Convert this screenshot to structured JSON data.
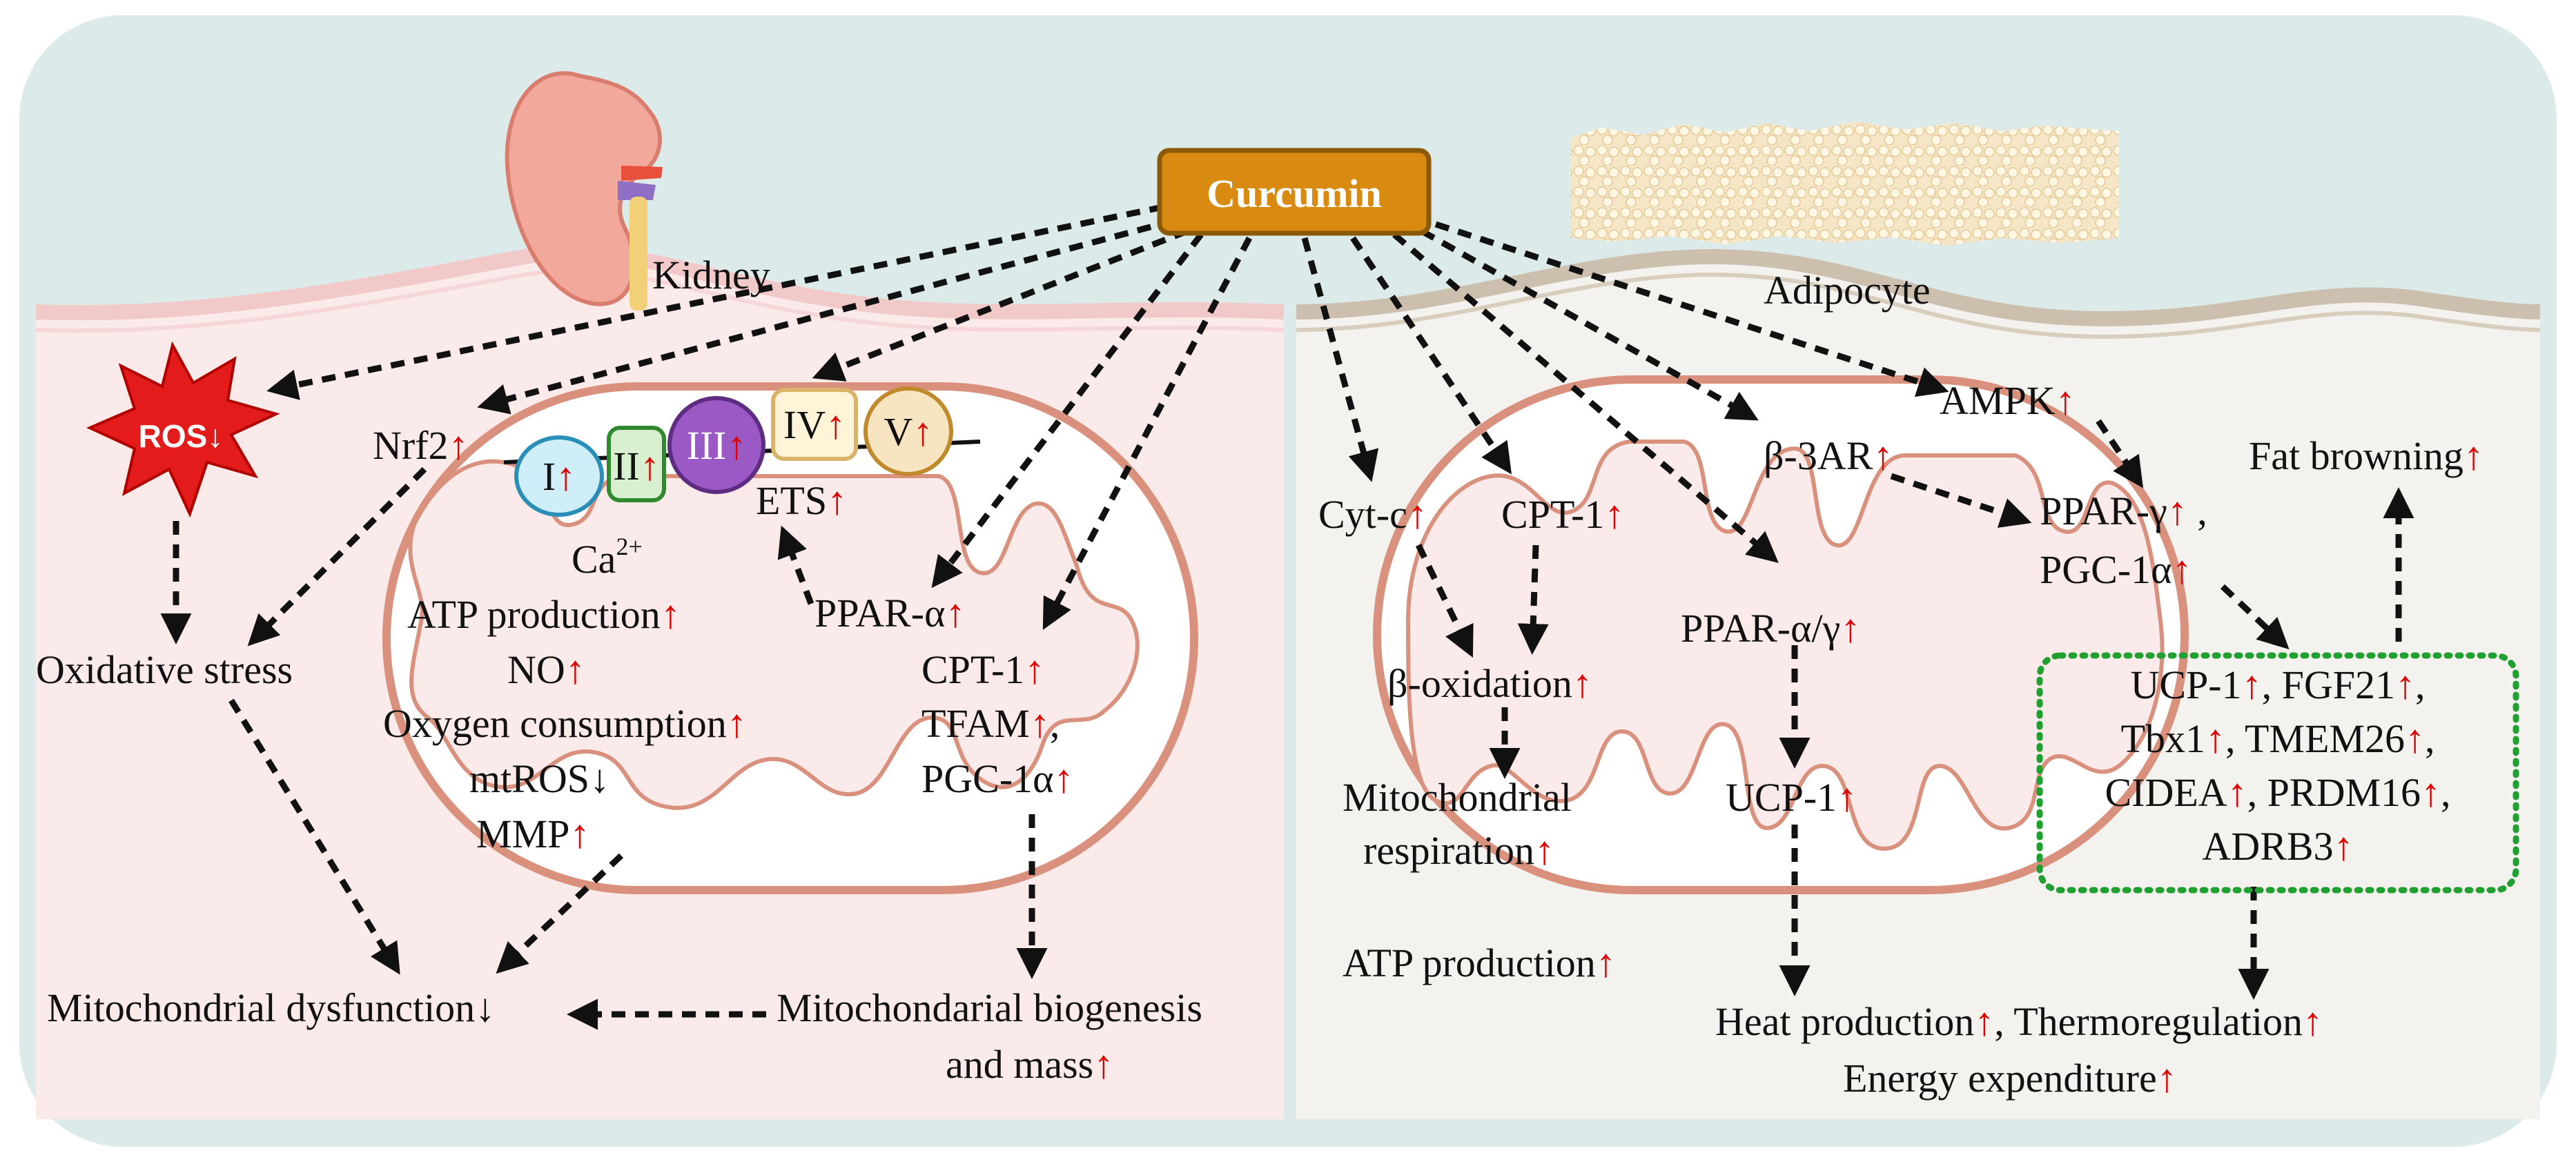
{
  "curcumin": "Curcumin",
  "kidney_label": "Kidney",
  "adipocyte_label": "Adipocyte",
  "left": {
    "ros": {
      "text": "ROS",
      "arrow": "↓"
    },
    "nrf2": {
      "text": "Nrf2",
      "arrow": "↑"
    },
    "complexes": [
      {
        "id": "I",
        "arrow": "↑",
        "color": "#cfeef8",
        "stroke": "#2a8fb8"
      },
      {
        "id": "II",
        "arrow": "↑",
        "color": "#d8f0d0",
        "stroke": "#2f8a2f"
      },
      {
        "id": "III",
        "arrow": "↑",
        "color": "#9b59c6",
        "stroke": "#5e2d82"
      },
      {
        "id": "IV",
        "arrow": "↑",
        "color": "#fff3d8",
        "stroke": "#d9b36a"
      },
      {
        "id": "V",
        "arrow": "↑",
        "color": "#f7e4c0",
        "stroke": "#c08a2c"
      }
    ],
    "ets": {
      "text": "ETS",
      "arrow": "↑"
    },
    "ca": {
      "base": "Ca",
      "sup": "2+"
    },
    "atp": {
      "text": "ATP production",
      "arrow": "↑"
    },
    "no": {
      "text": "NO",
      "arrow": "↑"
    },
    "oxygen": {
      "text": "Oxygen consumption",
      "arrow": "↑"
    },
    "mtros": {
      "text": "mtROS",
      "arrow": "↓"
    },
    "mmp": {
      "text": "MMP",
      "arrow": "↑"
    },
    "ppara": {
      "text": "PPAR-α",
      "arrow": "↑"
    },
    "cpt1": {
      "text": "CPT-1",
      "arrow": "↑"
    },
    "tfam": {
      "text": "TFAM",
      "arrow": "↑",
      "tail": ","
    },
    "pgc1a": {
      "text": "PGC-1α",
      "arrow": "↑"
    },
    "oxidative": "Oxidative stress",
    "dysfunction": {
      "text": "Mitochondrial dysfunction",
      "arrow": "↓"
    },
    "biogenesis1": "Mitochondarial biogenesis",
    "biogenesis2": {
      "text": "and mass",
      "arrow": "↑"
    }
  },
  "right": {
    "cytc": {
      "text": "Cyt-c",
      "arrow": "↑"
    },
    "cpt1": {
      "text": "CPT-1",
      "arrow": "↑"
    },
    "b3ar": {
      "text": "β-3AR",
      "arrow": "↑"
    },
    "ampk": {
      "text": "AMPK",
      "arrow": "↑"
    },
    "pparg": {
      "text": "PPAR-γ",
      "arrow": "↑",
      "tail": " ,"
    },
    "pgc1a": {
      "text": "PGC-1α",
      "arrow": "↑"
    },
    "fat": {
      "text": "Fat  browning",
      "arrow": "↑"
    },
    "box": {
      "line1": [
        {
          "text": "UCP-1",
          "arrow": "↑",
          "tail": ", "
        },
        {
          "text": "FGF21",
          "arrow": "↑",
          "tail": ","
        }
      ],
      "line2": [
        {
          "text": "Tbx1",
          "arrow": "↑",
          "tail": ", "
        },
        {
          "text": "TMEM26",
          "arrow": "↑",
          "tail": ","
        }
      ],
      "line3": [
        {
          "text": "CIDEA",
          "arrow": "↑",
          "tail": ", "
        },
        {
          "text": "PRDM16",
          "arrow": "↑",
          "tail": ","
        }
      ],
      "line4": [
        {
          "text": "ADRB3",
          "arrow": "↑",
          "tail": ""
        }
      ]
    },
    "ppar_ag": {
      "text": "PPAR-α/γ",
      "arrow": "↑"
    },
    "boxidation": {
      "text": "β-oxidation",
      "arrow": "↑"
    },
    "ucp1": {
      "text": "UCP-1",
      "arrow": "↑"
    },
    "resp1": "Mitochondrial",
    "resp2": {
      "text": "respiration",
      "arrow": "↑"
    },
    "atp": {
      "text": "ATP production",
      "arrow": "↑"
    },
    "heat": {
      "text": "Heat production",
      "arrow": "↑",
      "tail": ", "
    },
    "thermo": {
      "text": "Thermoregulation",
      "arrow": "↑"
    },
    "energy": {
      "text": "Energy expenditure",
      "arrow": "↑"
    }
  },
  "colors": {
    "bg": "#dcebea",
    "left_panel": "#fbeaea",
    "right_panel": "#f4f2ee",
    "membrane_left": "#f2c9c9",
    "membrane_right": "#cdbfae",
    "mito_line": "#d9917d",
    "curcumin_fill": "#d98a10",
    "curcumin_stroke": "#8b5a08",
    "up_arrow": "#e00000",
    "ros": "#e31b1b",
    "green_box": "#20a030"
  }
}
